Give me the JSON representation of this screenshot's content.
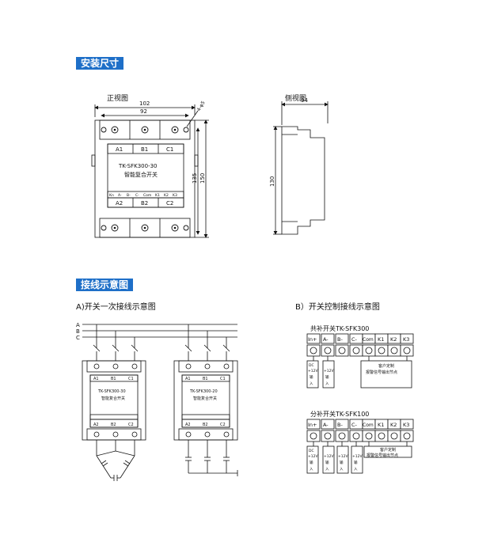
{
  "sections": {
    "install_title": "安装尺寸",
    "wiring_title": "接线示意图"
  },
  "front_view": {
    "label": "正视图",
    "dim_width_outer": "102",
    "dim_width_inner": "92",
    "dim_hole": "4-φ5",
    "dim_height_inner": "135",
    "dim_height_outer": "150",
    "top_terms": [
      "A1",
      "B1",
      "C1"
    ],
    "model": "TK-SFK300-30",
    "name": "智能复合开关",
    "bottom_small": [
      "Kn",
      "A-",
      "B-",
      "C-",
      "Com",
      "K1",
      "K2",
      "K3"
    ],
    "bottom_terms": [
      "A2",
      "B2",
      "C2"
    ]
  },
  "side_view": {
    "label": "侧视图",
    "dim_depth": "94",
    "dim_height": "130"
  },
  "wiring": {
    "a_title": "A)开关一次接线示意图",
    "b_title": "B）开关控制接线示意图",
    "phases": [
      "A",
      "B",
      "C"
    ],
    "module1_model": "TK-SFK300-30",
    "module1_name": "智能复合开关",
    "module2_model": "TK-SFK300-20",
    "module2_name": "智能复合开关",
    "module_top_terms": [
      "A1",
      "B1",
      "C1"
    ],
    "module_bot_terms": [
      "A2",
      "B2",
      "C2"
    ],
    "co_title": "共补开关TK-SFK300",
    "co_terms": [
      "In+",
      "A-",
      "B-",
      "C-",
      "Com",
      "K1",
      "K2",
      "K3"
    ],
    "sep_title": "分补开关TK-SFK100",
    "sep_terms": [
      "In+",
      "A-",
      "B-",
      "C-",
      "Com",
      "K1",
      "K2",
      "K3"
    ],
    "dc_input": [
      "DC",
      "+12V",
      "输",
      "入"
    ],
    "custom_box": "客户定制",
    "custom_box2": "报警信号输出节点"
  }
}
